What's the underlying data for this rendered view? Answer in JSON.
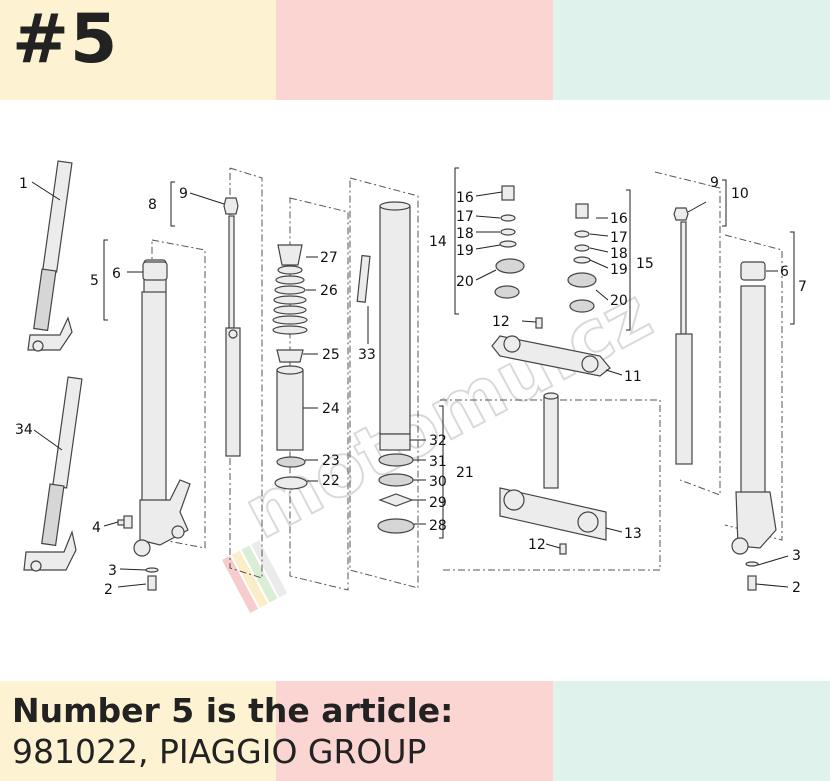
{
  "header": {
    "title": "#5"
  },
  "footer": {
    "line1": "Number 5 is the article:",
    "line2": "981022, PIAGGIO GROUP"
  },
  "colors": {
    "band_yellow": "#fdf3d2",
    "band_pink": "#fbd5d2",
    "band_mint": "#dff2eb",
    "text": "#222222"
  },
  "diagram": {
    "watermark": "motomu.cz",
    "labels": [
      "1",
      "34",
      "5",
      "6",
      "4",
      "3",
      "2",
      "8",
      "9",
      "27",
      "26",
      "25",
      "24",
      "23",
      "22",
      "33",
      "32",
      "31",
      "30",
      "29",
      "28",
      "21",
      "16",
      "17",
      "18",
      "19",
      "20",
      "14",
      "15",
      "12",
      "11",
      "13",
      "16",
      "17",
      "18",
      "19",
      "20",
      "12",
      "9",
      "10",
      "6",
      "7",
      "3",
      "2"
    ]
  }
}
